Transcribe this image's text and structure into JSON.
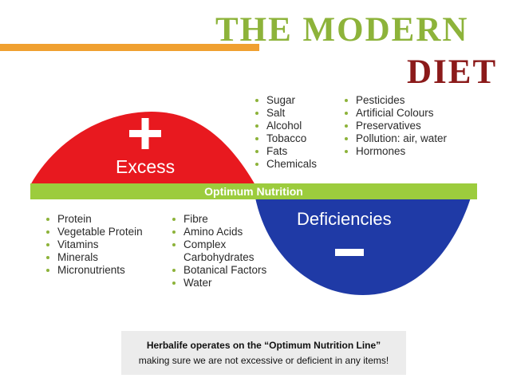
{
  "title": {
    "line1": "THE MODERN",
    "line2": "DIET"
  },
  "diagram": {
    "excess": {
      "symbol": "+",
      "label": "Excess",
      "color": "#e8191f",
      "items_col1": [
        "Sugar",
        "Salt",
        "Alcohol",
        "Tobacco",
        "Fats",
        "Chemicals"
      ],
      "items_col2": [
        "Pesticides",
        "Artificial Colours",
        "Preservatives",
        "Pollution: air, water",
        "Hormones"
      ]
    },
    "optimum": {
      "label": "Optimum Nutrition",
      "color": "#9ccc3d"
    },
    "deficiencies": {
      "symbol": "−",
      "label": "Deficiencies",
      "color": "#1f3aa6",
      "items_col1": [
        "Protein",
        "Vegetable Protein",
        "Vitamins",
        "Minerals",
        "Micronutrients"
      ],
      "items_col2": [
        "Fibre",
        "Amino Acids",
        "Complex Carbohydrates",
        "Botanical Factors",
        "Water"
      ]
    }
  },
  "caption": {
    "line1": "Herbalife operates on the “Optimum Nutrition Line”",
    "line2": "making sure we are not excessive or deficient in any items!"
  },
  "colors": {
    "accent_orange": "#f0a030",
    "title_green": "#8db33a",
    "title_red": "#8b1a1a"
  }
}
